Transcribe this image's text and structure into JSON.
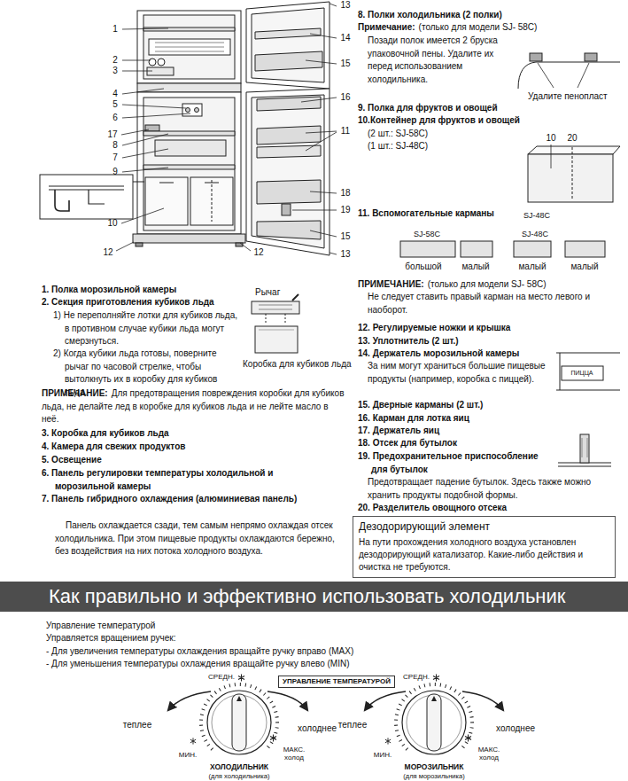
{
  "diagram": {
    "nodes": [
      {
        "text": [
          "Дезодорирующий элемент",
          "На пути прохождения холодного воздуха установлен дезодорирующий катализатор. Какие-либо действия и очистка не требуются."
        ]
      },
      {
        "text": [
          "Как правильно и эффективно использовать холодильник"
        ]
      },
      {
        "text": [
          "УПРАВЛЕНИЕ ТЕМПЕРАТУРОЙ"
        ]
      }
    ],
    "labels": [
      "13",
      "1",
      "14",
      "2",
      "15",
      "3",
      "4",
      "16",
      "5",
      "6",
      "11",
      "17",
      "8",
      "7",
      "9",
      "18",
      "19",
      "10",
      "15",
      "12",
      "12",
      "13",
      "1. Полка морозильной камеры",
      "2. Секция приготовления кубиков льда",
      "1) Не переполняйте лотки для кубиков льда, в противном случае кубики льда могут смерзнуться.",
      "2) Когда кубики льда готовы, поверните рычаг по часовой стрелке, чтобы вытолкнуть их в коробку для кубиков льда.",
      "Рычаг",
      "Коробка для кубиков льда",
      "ПРИМЕЧАНИЕ:",
      "Для предотвращения повреждения коробки для кубиков льда, не делайте лед в коробке для кубиков льда и не лейте масло в неё.",
      "3. Коробка для кубиков льда",
      "4. Камера для свежих продуктов",
      "5. Освещение",
      "6. Панель регулировки температуры холодильной и морозильной камеры",
      "7. Панель гибридного охлаждения (алюминиевая панель)",
      "Панель охлаждается сзади, тем самым непрямо охлаждая отсек холодильника. При этом пищевые продукты охлаждаются бережно, без воздействия на них потока холодного воздуха.",
      "8. Полки холодильника (2 полки)",
      "Примечание:",
      "(только для модели SJ- 58C)",
      "Позади полок имеется 2 бруска упаковочной пены. Удалите их перед использованием холодильника.",
      "Удалите пенопласт",
      "9. Полка для фруктов и овощей",
      "10.Контейнер для фруктов и овощей",
      "(2 шт.: SJ-58C)",
      "(1 шт.: SJ-48C)",
      "10",
      "20",
      "SJ-48C",
      "11. Вспомогательные карманы",
      "SJ-58C",
      "SJ-48C",
      "большой",
      "малый",
      "малый",
      "малый",
      "ПРИМЕЧАНИЕ:",
      "(только для модели SJ- 58C)",
      "Не следует ставить правый карман на место левого и наоборот.",
      "12. Регулируемые ножки и крышка",
      "13. Уплотнитель (2 шт.)",
      "14. Держатель морозильной камеры",
      "За ним могут храниться большие пищевые продукты (например, коробка с пиццей).",
      "ПИЦЦА",
      "15. Дверные карманы (2 шт.)",
      "16. Карман для лотка яиц",
      "17. Держатель яиц",
      "18. Отсек для бутылок",
      "19. Предохранительное приспособление для бутылок",
      "Предотвращает падение бутылок. Здесь также можно хранить продукты подобной формы.",
      "20. Разделитель овощного отсека",
      "Управление температурой",
      "Управляется вращением ручек:",
      "- Для увеличения температуры охлаждения вращайте ручку вправо (MAX)",
      "- Для уменьшения температуры охлаждения вращайте ручку влево (MIN)",
      "СРЕДН.",
      "СРЕДН.",
      "теплее",
      "холоднее",
      "теплее",
      "холоднее",
      "МИН.",
      "МАКС. холод",
      "МИН.",
      "МАКС. холод",
      "ХОЛОДИЛЬНИК",
      "(для холодильника)",
      "МОРОЗИЛЬНИК",
      "(для морозильника)"
    ]
  }
}
